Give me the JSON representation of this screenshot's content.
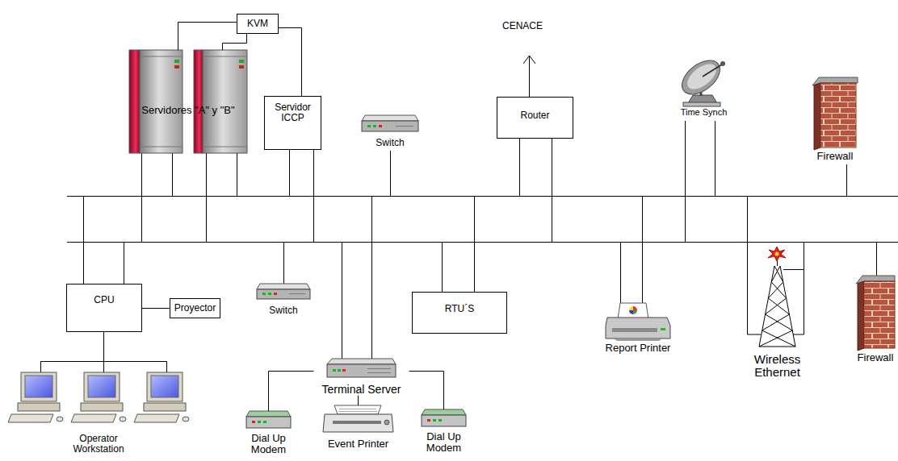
{
  "diagram": {
    "nodes": [
      {
        "text": [
          "KVM"
        ]
      },
      {
        "text": [
          "Servidores \"A\" y \"B\""
        ]
      },
      {
        "text": [
          "Servidor ICCP"
        ]
      },
      {
        "text": [
          "Switch"
        ]
      },
      {
        "text": [
          "Router"
        ]
      },
      {
        "text": [
          "Time Synch"
        ]
      },
      {
        "text": [
          "Firewall"
        ]
      },
      {
        "text": [
          "CPU"
        ]
      },
      {
        "text": [
          "Switch"
        ]
      },
      {
        "text": [
          "Proyector"
        ]
      },
      {
        "text": [
          "RTU´S"
        ]
      },
      {
        "text": [
          "Report Printer"
        ]
      },
      {
        "text": [
          "Wireless Ethernet"
        ]
      },
      {
        "text": [
          "Firewall"
        ]
      },
      {
        "text": [
          "Terminal Server"
        ]
      },
      {
        "text": [
          "Operator Workstation"
        ]
      },
      {
        "text": [
          "Dial Up Modem"
        ]
      },
      {
        "text": [
          "Event Printer"
        ]
      },
      {
        "text": [
          "Dial Up Modem"
        ]
      }
    ],
    "edges": [
      {
        "from": 0,
        "to": 1,
        "arrow": "none"
      },
      {
        "from": 0,
        "to": 1,
        "arrow": "none"
      },
      {
        "from": 0,
        "to": 2,
        "arrow": "none"
      },
      {
        "from": 7,
        "to": 9,
        "arrow": "none"
      },
      {
        "from": 7,
        "to": 15,
        "arrow": "none"
      },
      {
        "from": 14,
        "to": 16,
        "arrow": "none"
      },
      {
        "from": 14,
        "to": 17,
        "arrow": "none"
      },
      {
        "from": 14,
        "to": 18,
        "arrow": "none"
      }
    ],
    "labels": [
      "CENACE"
    ]
  }
}
